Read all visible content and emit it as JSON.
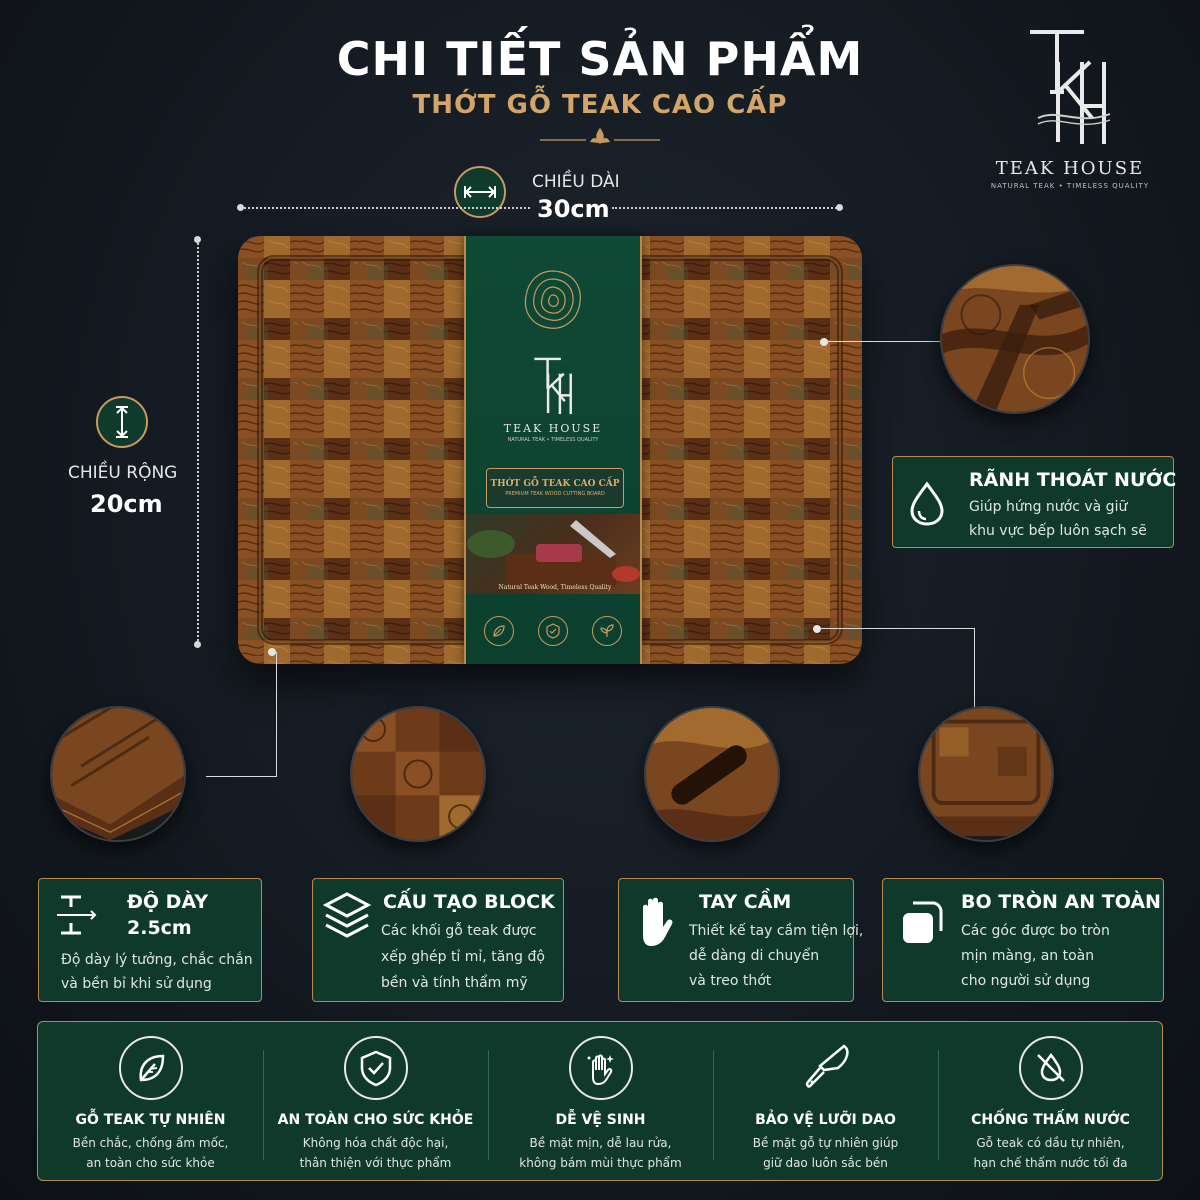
{
  "header": {
    "title": "CHI TIẾT SẢN PHẨM",
    "subtitle": "THỚT GỖ TEAK CAO CẤP"
  },
  "logo": {
    "name": "TEAK HOUSE",
    "tagline": "NATURAL TEAK • TIMELESS QUALITY"
  },
  "dimensions": {
    "length": {
      "label": "CHIỀU DÀI",
      "value": "30cm"
    },
    "width": {
      "label": "CHIỀU RỘNG",
      "value": "20cm"
    }
  },
  "sleeve": {
    "brand": "TEAK HOUSE",
    "tagline": "NATURAL TEAK • TIMELESS QUALITY",
    "banner_title": "THỚT GỖ TEAK CAO CẤP",
    "banner_sub": "PREMIUM TEAK WOOD CUTTING BOARD",
    "photo_caption": "Natural Teak Wood, Timeless Quality"
  },
  "features": [
    {
      "icon": "drop-icon",
      "title": "RÃNH THOÁT NƯỚC",
      "lines": [
        "Giúp hứng nước và giữ",
        "khu vực bếp luôn sạch sẽ"
      ]
    },
    {
      "icon": "thickness-icon",
      "title": "ĐỘ DÀY",
      "value": "2.5cm",
      "lines": [
        "Độ dày lý tưởng, chắc chắn",
        "và bền bỉ khi sử dụng"
      ]
    },
    {
      "icon": "layers-icon",
      "title": "CẤU TẠO BLOCK",
      "lines": [
        "Các khối gỗ teak được",
        "xếp ghép tỉ mỉ, tăng độ",
        "bền và tính thẩm mỹ"
      ]
    },
    {
      "icon": "hand-icon",
      "title": "TAY CẦM",
      "lines": [
        "Thiết kế tay cầm tiện lợi,",
        "dễ dàng di chuyển",
        "và treo thớt"
      ]
    },
    {
      "icon": "rounded-corner-icon",
      "title": "BO TRÒN AN TOÀN",
      "lines": [
        "Các góc được bo tròn",
        "mịn màng, an toàn",
        "cho người sử dụng"
      ]
    }
  ],
  "benefits": [
    {
      "icon": "leaf-icon",
      "title": "GỖ TEAK TỰ NHIÊN",
      "lines": [
        "Bền chắc, chống ẩm mốc,",
        "an toàn cho sức khỏe"
      ]
    },
    {
      "icon": "shield-check-icon",
      "title": "AN TOÀN CHO SỨC KHỎE",
      "lines": [
        "Không hóa chất độc hại,",
        "thân thiện với thực phẩm"
      ]
    },
    {
      "icon": "clean-hand-icon",
      "title": "DỄ VỆ SINH",
      "lines": [
        "Bề mặt mịn, dễ lau rửa,",
        "không bám mùi thực phẩm"
      ]
    },
    {
      "icon": "knife-icon",
      "title": "BẢO VỆ LƯỠI DAO",
      "lines": [
        "Bề mặt gỗ tự nhiên giúp",
        "giữ dao luôn sắc bén"
      ]
    },
    {
      "icon": "no-water-icon",
      "title": "CHỐNG THẤM NƯỚC",
      "lines": [
        "Gỗ teak có dầu tự nhiên,",
        "hạn chế thấm nước tối đa"
      ]
    }
  ],
  "colors": {
    "background": "#141a21",
    "card": "#0f3a2b",
    "gold": "#d3a569",
    "text": "#ffffff"
  }
}
